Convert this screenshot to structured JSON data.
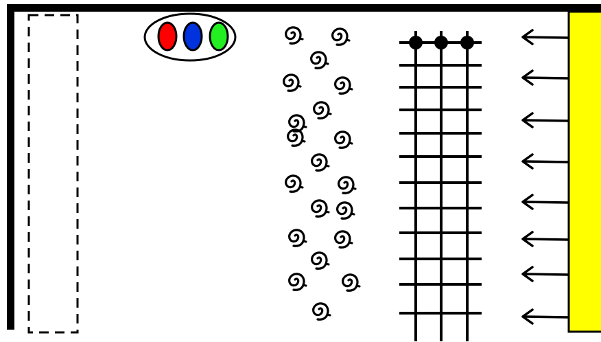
{
  "colors": {
    "frame": "#000000",
    "background": "#ffffff",
    "panel": "#ffff00",
    "indicator_red": "#ff0000",
    "indicator_blue": "#0033dd",
    "indicator_green": "#22ee22"
  },
  "indicators": [
    {
      "color_key": "indicator_red"
    },
    {
      "color_key": "indicator_blue"
    },
    {
      "color_key": "indicator_green"
    }
  ],
  "icons": {
    "swirl": "swirl-icon",
    "arrow": "arrow-left-icon"
  },
  "swirl_count": 20,
  "grid": {
    "vertical_lines": 3,
    "horizontal_lines": 12,
    "nodes": 3
  },
  "arrow_count": 8
}
